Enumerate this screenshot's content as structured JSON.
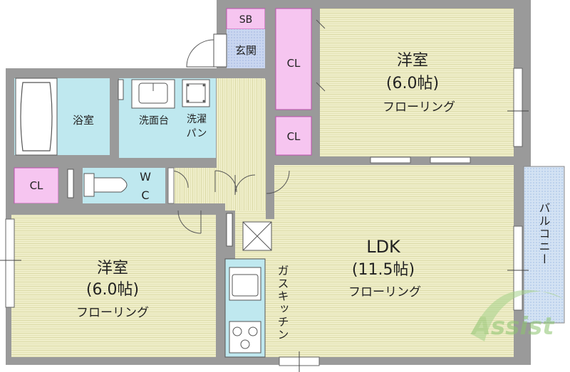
{
  "rooms": {
    "western_top": {
      "name": "洋室",
      "size": "(6.0帖)",
      "floor": "フローリング"
    },
    "western_left": {
      "name": "洋室",
      "size": "(6.0帖)",
      "floor": "フローリング"
    },
    "ldk": {
      "name": "LDK",
      "size": "(11.5帖)",
      "floor": "フローリング"
    },
    "bath": {
      "name": "浴室"
    },
    "washstand": {
      "name": "洗面台"
    },
    "laundry": {
      "line1": "洗濯",
      "line2": "パン"
    },
    "wc": {
      "line1": "W",
      "line2": "C"
    },
    "entrance": {
      "name": "玄関"
    },
    "shoe_box": {
      "name": "SB"
    },
    "closet_top": {
      "name": "CL"
    },
    "closet_mid": {
      "name": "CL"
    },
    "closet_left": {
      "name": "CL"
    },
    "kitchen": {
      "name": "ガスキッチン"
    },
    "balcony": {
      "name": "バルコニー"
    }
  },
  "watermark": {
    "text": "Assist"
  },
  "colors": {
    "wall": "#9a9a9a",
    "floor": "#efeec9",
    "floor_line": "#dcdba8",
    "wet": "#bfe8ef",
    "closet": "#f6c5f0",
    "closet_border": "#c050b0",
    "entrance": "#c9d6f0",
    "balcony": "#c8daf0",
    "watermark": "#a6d28a"
  }
}
